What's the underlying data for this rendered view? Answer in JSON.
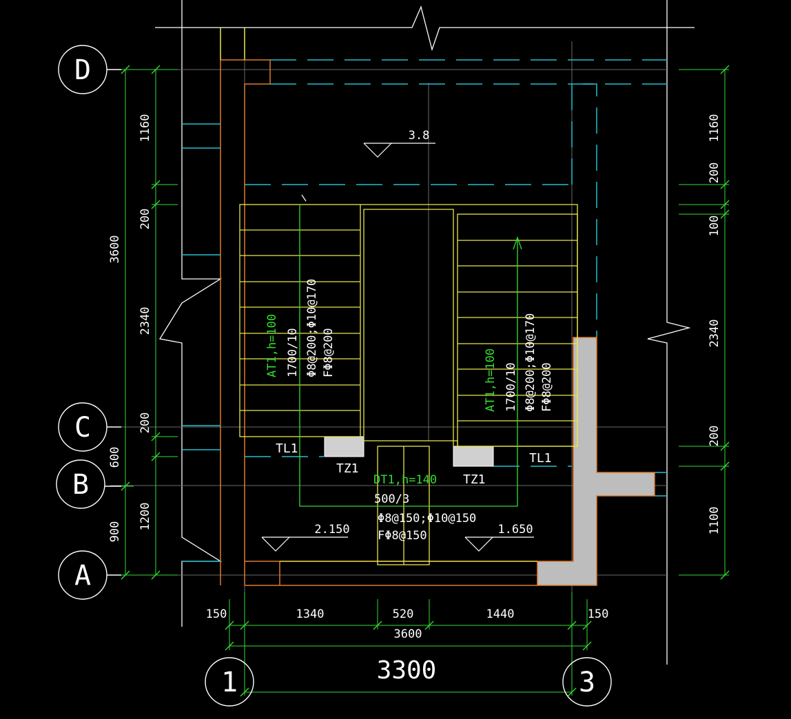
{
  "axes": {
    "rows": [
      "D",
      "C",
      "B",
      "A"
    ],
    "cols": [
      "1",
      "3"
    ]
  },
  "left_dims": {
    "outer": [
      "3600",
      "900"
    ],
    "middle": [
      "1160",
      "200",
      "2340",
      "200",
      "600",
      "1200"
    ]
  },
  "right_dims": [
    "1160",
    "200",
    "100",
    "2340",
    "200",
    "1100"
  ],
  "bottom_dims": {
    "segments": [
      "150",
      "1340",
      "520",
      "1440",
      "150"
    ],
    "total": "3600",
    "axis_span": "3300"
  },
  "elevations": {
    "top": "3.8",
    "left_landing": "2.150",
    "right_landing": "1.650"
  },
  "flight_left": {
    "name": "AT1,h=100",
    "steps": "1700/10",
    "top_rebar": "Φ8@200;Φ10@170",
    "bottom_rebar": "FΦ8@200"
  },
  "flight_right": {
    "name": "AT1,h=100",
    "steps": "1700/10",
    "top_rebar": "Φ8@200;Φ10@170",
    "bottom_rebar": "FΦ8@200"
  },
  "landing_slab": {
    "name": "DT1,h=140",
    "steps": "500/3",
    "top_rebar": "Φ8@150;Φ10@150",
    "bottom_rebar": "FΦ8@150"
  },
  "beams": {
    "left": "TL1",
    "right": "TL1"
  },
  "columns": {
    "left": "TZ1",
    "right": "TZ1"
  },
  "colors": {
    "background": "#000000",
    "dimension": "#33dd33",
    "stair": "#e8e84a",
    "hidden_beam": "#22c0d0",
    "wall": "#e07a2e",
    "column_fill": "#bdbdbd",
    "text": "#ffffff"
  }
}
